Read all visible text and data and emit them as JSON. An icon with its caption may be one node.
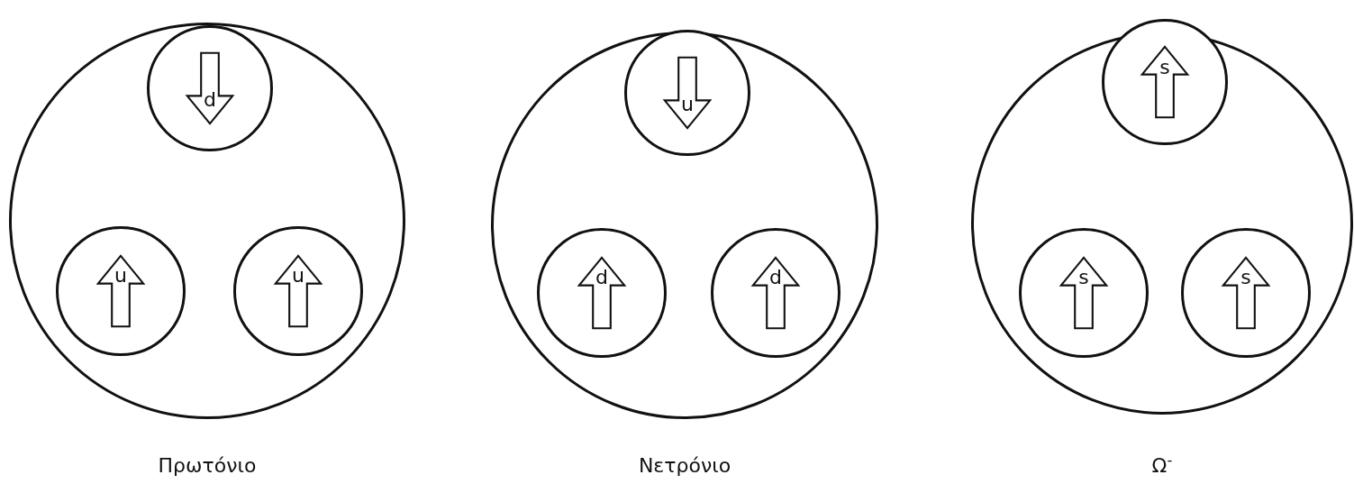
{
  "diagram": {
    "nodes": [
      {
        "text": [
          "Πρωτόνιο"
        ]
      },
      {
        "text": [
          "d"
        ],
        "in": 0
      },
      {
        "text": [
          "u"
        ],
        "in": 0
      },
      {
        "text": [
          "u"
        ],
        "in": 0
      },
      {
        "text": [
          "Νετρόνιο"
        ]
      },
      {
        "text": [
          "u"
        ],
        "in": 4
      },
      {
        "text": [
          "d"
        ],
        "in": 4
      },
      {
        "text": [
          "d"
        ],
        "in": 4
      },
      {
        "text": [
          "Ω$^{-}$"
        ]
      },
      {
        "text": [
          "s"
        ],
        "in": 8
      },
      {
        "text": [
          "s"
        ],
        "in": 8
      },
      {
        "text": [
          "s"
        ],
        "in": 8
      }
    ]
  }
}
